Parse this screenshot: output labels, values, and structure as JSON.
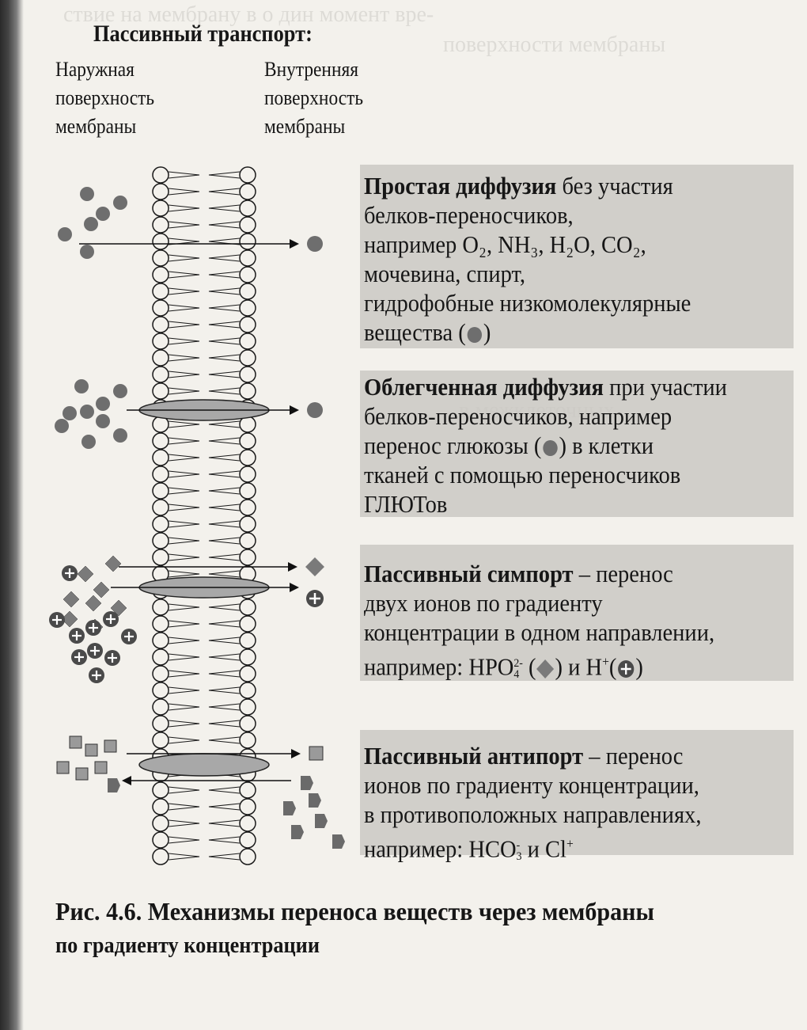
{
  "heading": "Пассивный транспорт:",
  "outer_surface": [
    "Наружная",
    "поверхность",
    "мембраны"
  ],
  "inner_surface": [
    "Внутренняя",
    "поверхность",
    "мембраны"
  ],
  "mechanisms": [
    {
      "id": "simple",
      "title": "Простая диффузия",
      "lines": [
        "без участия",
        "белков-переносчиков,",
        "например O₂, NH₃, H₂O, CO₂,",
        "мочевина, спирт,",
        "гидрофобные низкомолекулярные",
        "вещества (",
        ")"
      ],
      "symbol": "circle"
    },
    {
      "id": "facilitated",
      "title": "Облегченная диффузия",
      "lines": [
        "при участии",
        "белков-переносчиков, например",
        "перенос глюкозы (",
        ") в клетки",
        "тканей с помощью переносчиков",
        "ГЛЮТов"
      ],
      "symbol": "circle"
    },
    {
      "id": "symport",
      "title": "Пассивный симпорт",
      "lines": [
        " – перенос",
        "двух ионов по градиенту",
        "концентрации в одном направлении,",
        "например: HPO",
        "4",
        "2-",
        " (",
        ") и H",
        "+",
        "(",
        ")"
      ],
      "symbols": [
        "diamond",
        "plus-circle"
      ]
    },
    {
      "id": "antiport",
      "title": "Пассивный антипорт",
      "lines": [
        " – перенос",
        "ионов по градиенту концентрации,",
        "в противоположных направлениях,",
        "например: HCO",
        "3",
        "-",
        " и Cl",
        "+"
      ],
      "symbols": [
        "square",
        "pentagon"
      ]
    }
  ],
  "caption": {
    "line1": "Рис. 4.6. Механизмы переноса веществ через мембраны",
    "line2": "по градиенту концентрации"
  },
  "colors": {
    "particle": "#6e6e6e",
    "ion_diamond": "#7a7a7a",
    "ion_plus": "#4a4a4a",
    "square": "#9a9a9a",
    "pentagon": "#6a6a6a",
    "protein": "#a8a8a8",
    "shade": "#c9c7c2"
  }
}
